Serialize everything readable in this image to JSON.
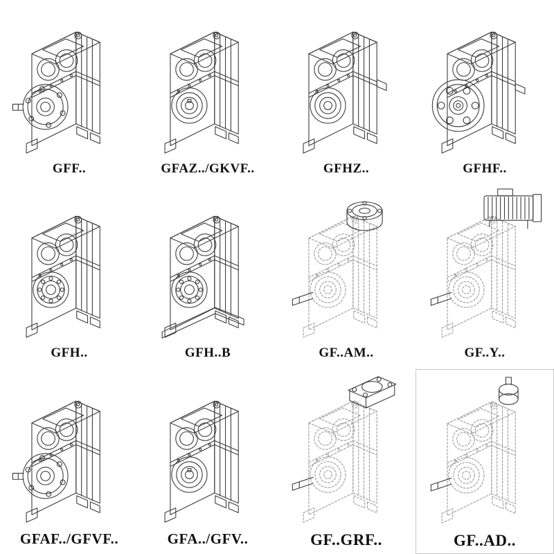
{
  "page": {
    "background": "#ffffff",
    "colors": {
      "ink": "#3a3a3a",
      "phantom": "#9b9b9b",
      "box_border": "#c6c6c6"
    }
  },
  "cells": [
    {
      "id": "gff",
      "label": "GFF..",
      "variant": "flange-with-solid-shaft",
      "style": "solid"
    },
    {
      "id": "gfaz-gkvf",
      "label": "GFAZ../GKVF..",
      "variant": "hollow-shaft",
      "style": "solid"
    },
    {
      "id": "gfhz",
      "label": "GFHZ..",
      "variant": "hollow-shaft-z",
      "style": "solid"
    },
    {
      "id": "gfhf",
      "label": "GFHF..",
      "variant": "front-flange",
      "style": "solid"
    },
    {
      "id": "gfh",
      "label": "GFH..",
      "variant": "foot-mounted-bearing",
      "style": "solid"
    },
    {
      "id": "gfh-b",
      "label": "GFH..B",
      "variant": "foot-mounted-baseplate",
      "style": "solid"
    },
    {
      "id": "gf-am",
      "label": "GF..AM..",
      "variant": "input-flange-adapter",
      "style": "phantom"
    },
    {
      "id": "gf-y",
      "label": "GF..Y..",
      "variant": "motor-mounted",
      "style": "phantom"
    },
    {
      "id": "gfaf-gfvf",
      "label": "GFAF../GFVF..",
      "variant": "flange-with-solid-shaft",
      "style": "solid"
    },
    {
      "id": "gfa-gfv",
      "label": "GFA../GFV..",
      "variant": "hollow-shaft",
      "style": "solid"
    },
    {
      "id": "gf-grf",
      "label": "GF..GRF..",
      "variant": "square-input-flange",
      "style": "phantom"
    },
    {
      "id": "gf-ad",
      "label": "GF..AD..",
      "variant": "input-shaft-adapter",
      "style": "phantom",
      "boxed": true
    }
  ]
}
